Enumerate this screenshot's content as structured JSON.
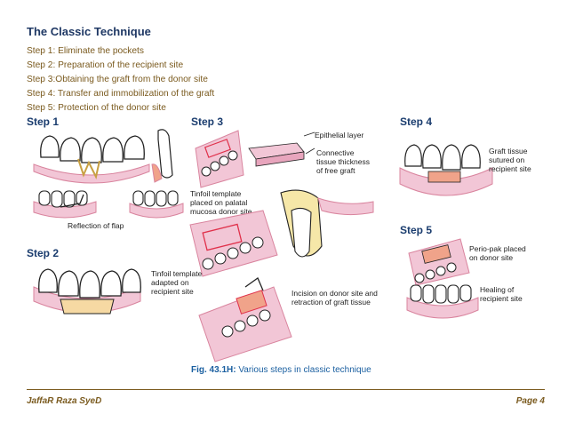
{
  "document": {
    "heading": "The Classic Technique",
    "steps": [
      "Step 1: Eliminate the pockets",
      "Step 2: Preparation of the recipient site",
      "Step 3:Obtaining the graft from the donor site",
      "Step 4: Transfer and immobilization of the graft",
      "Step 5: Protection of the donor site"
    ],
    "footer_left": "JaffaR Raza SyeD",
    "footer_right": "Page 4"
  },
  "figure": {
    "step1_label": "Step 1",
    "step2_label": "Step 2",
    "step3_label": "Step 3",
    "step4_label": "Step 4",
    "step5_label": "Step 5",
    "reflection": "Reflection of flap",
    "tinfoil_adapted": [
      "Tinfoil template",
      "adapted on",
      "recipient site"
    ],
    "tinfoil_palatal": [
      "Tinfoil template",
      "placed on palatal",
      "mucosa donor site"
    ],
    "epithelial": "Epithelial layer",
    "connective": [
      "Connective",
      "tissue thickness",
      "of free graft"
    ],
    "incision": [
      "Incision on donor site and",
      "retraction of graft tissue"
    ],
    "graft_tissue": [
      "Graft tissue",
      "sutured on",
      "recipient site"
    ],
    "periopak": [
      "Perio-pak placed",
      "on donor site"
    ],
    "healing": [
      "Healing of",
      "recipient site"
    ],
    "caption_bold": "Fig. 43.1H:",
    "caption_text": " Various steps in classic technique",
    "colors": {
      "label": "#1a3c6e",
      "pink": "#f2c6d6",
      "gum_line": "#d9849e",
      "graft": "#f0a38a",
      "caption": "#1a5fa0"
    }
  }
}
